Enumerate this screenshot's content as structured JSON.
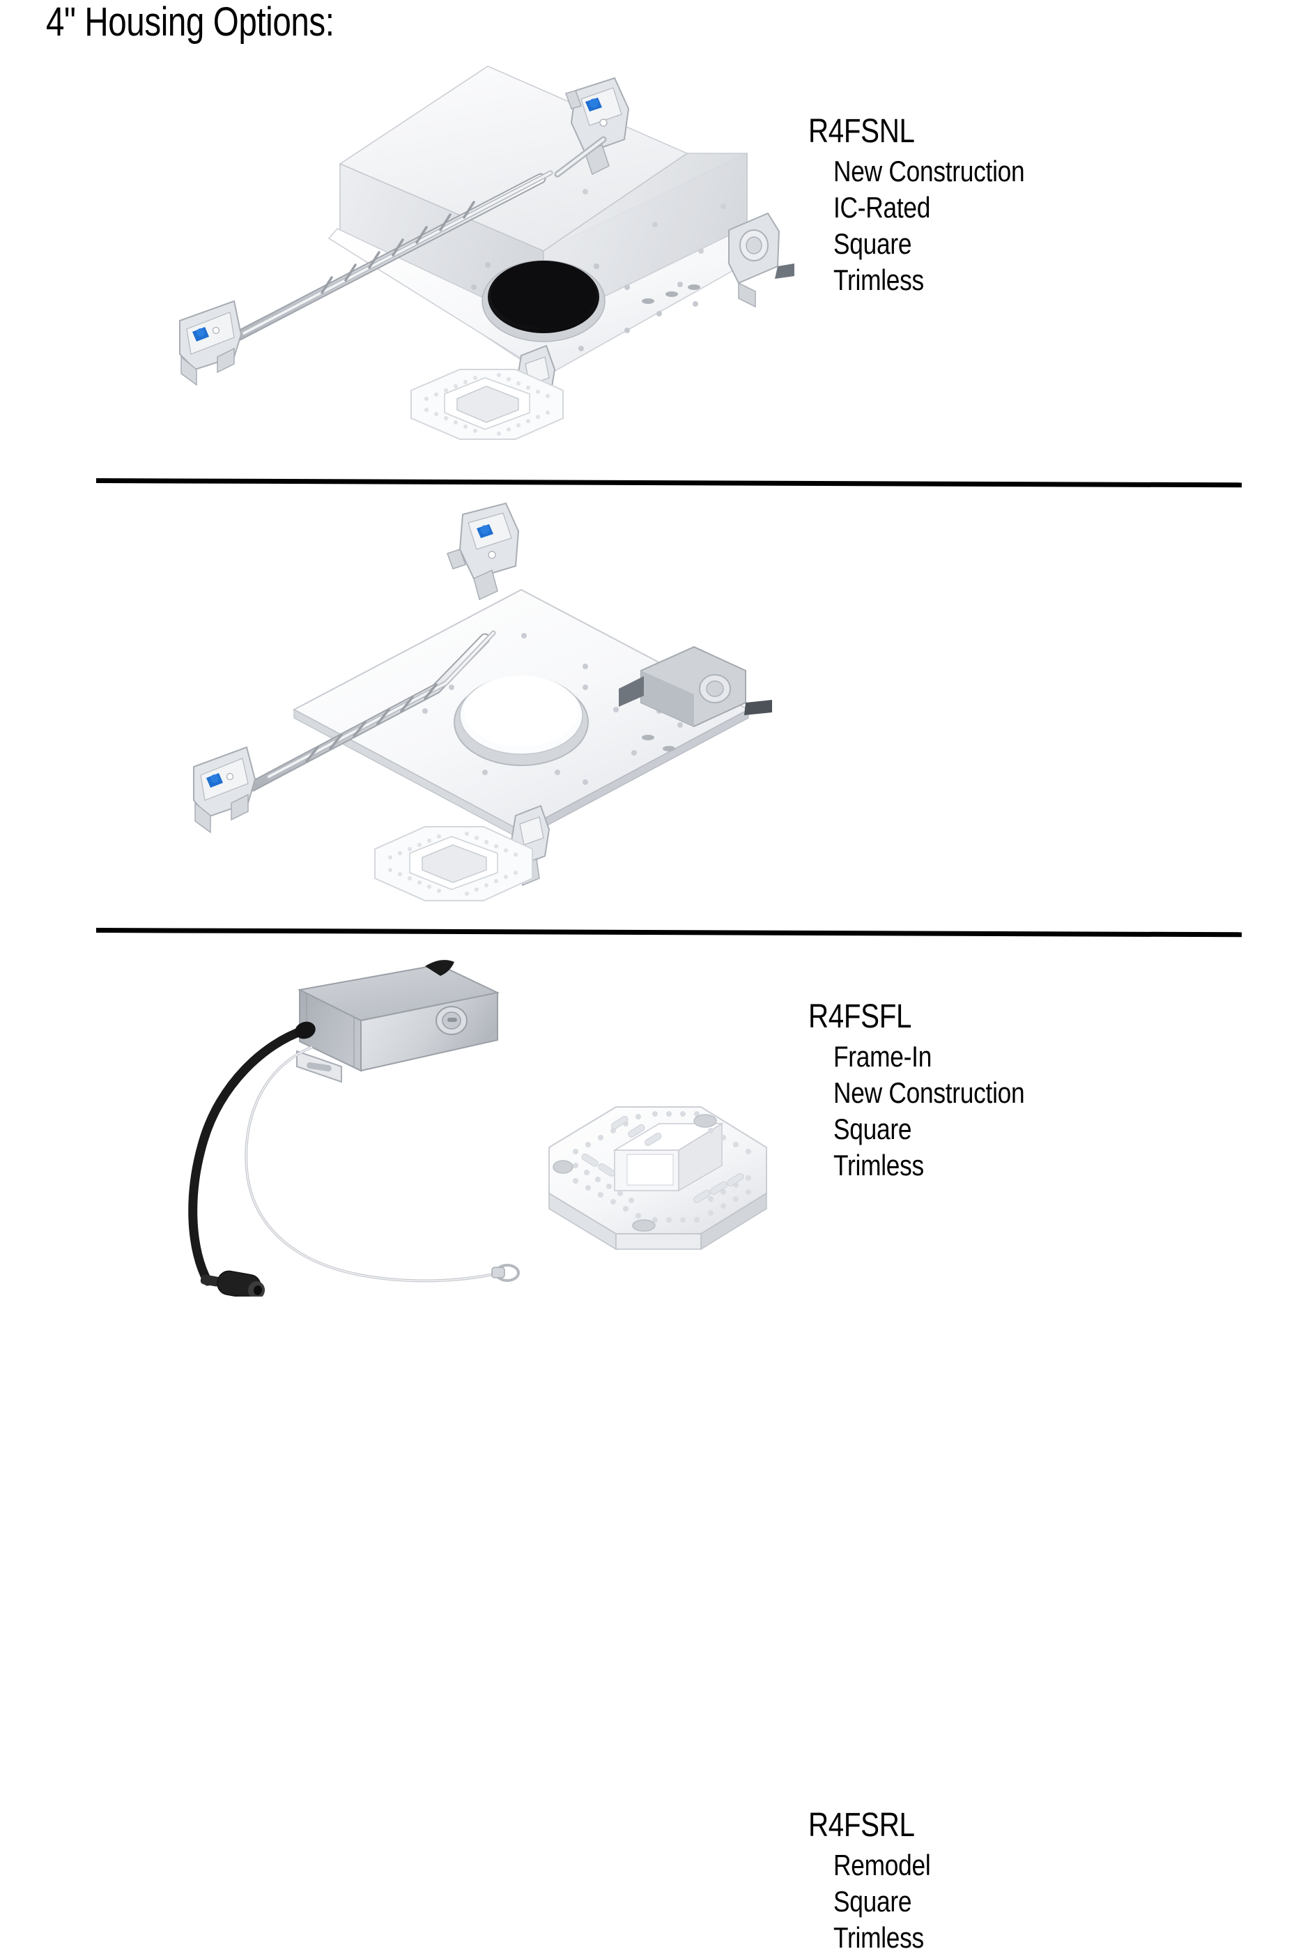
{
  "title": "4\" Housing Options:",
  "products": [
    {
      "code": "R4FSNL",
      "attributes": [
        "New Construction",
        "IC-Rated",
        "Square",
        "Trimless"
      ],
      "figure_name": "new-construction-ic-housing-illustration"
    },
    {
      "code": "R4FSFL",
      "attributes": [
        "Frame-In",
        "New Construction",
        "Square",
        "Trimless"
      ],
      "figure_name": "frame-in-housing-illustration"
    },
    {
      "code": "R4FSRL",
      "attributes": [
        "Remodel",
        "Square",
        "Trimless"
      ],
      "figure_name": "remodel-housing-illustration"
    }
  ],
  "colors": {
    "text": "#000000",
    "divider": "#000000",
    "background": "#ffffff",
    "metal_light": "#f4f5f7",
    "metal_mid": "#dcdee2",
    "metal_shadow": "#b9bcc2",
    "aperture_dark": "#111111",
    "cable_black": "#1a1a1a",
    "clip_blue": "#1f6fd0"
  }
}
